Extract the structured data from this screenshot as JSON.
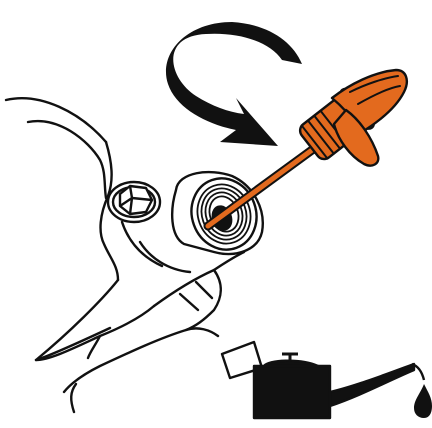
{
  "illustration": {
    "components": [
      "engine-casting-outline",
      "drain-bolt-icon",
      "oil-filler-port",
      "rotation-arrow-icon",
      "dipstick-cap",
      "oil-can-icon",
      "oil-drop-icon"
    ]
  },
  "colors": {
    "line": "#111111",
    "background": "#ffffff",
    "accent": "#E36A1E",
    "accent_light": "#F08A3C",
    "fill_dark": "#111111"
  }
}
